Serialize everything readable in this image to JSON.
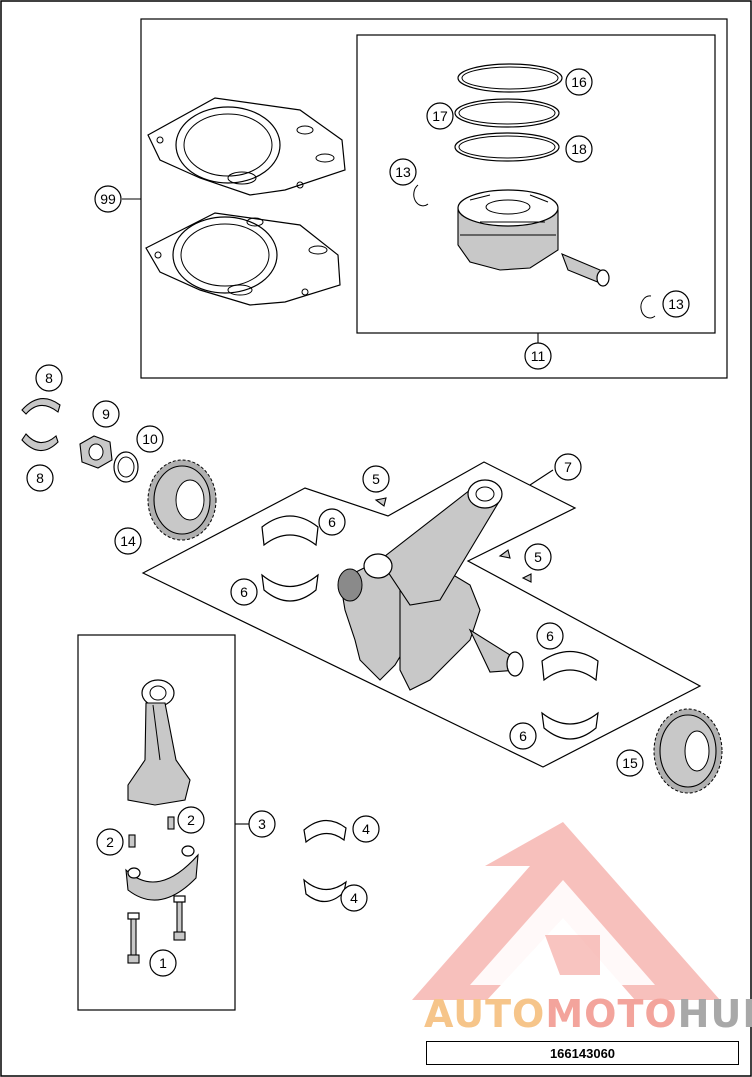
{
  "diagram_reference": "166143060",
  "watermark": {
    "part1": "AUTO",
    "part2": "MOTO",
    "part3": "HUB",
    "colors": {
      "part1": "#f6c58a",
      "part2": "#f3a49c",
      "part3": "#a8a8a8",
      "triangle": "#f39c95"
    }
  },
  "callouts": {
    "c99": "99",
    "c16": "16",
    "c17": "17",
    "c18": "18",
    "c13a": "13",
    "c13b": "13",
    "c11": "11",
    "c8a": "8",
    "c8b": "8",
    "c9": "9",
    "c10": "10",
    "c14": "14",
    "c7": "7",
    "c5a": "5",
    "c5b": "5",
    "c6a": "6",
    "c6b": "6",
    "c6c": "6",
    "c6d": "6",
    "c15": "15",
    "c3": "3",
    "c2a": "2",
    "c2b": "2",
    "c4a": "4",
    "c4b": "4",
    "c1": "1"
  }
}
